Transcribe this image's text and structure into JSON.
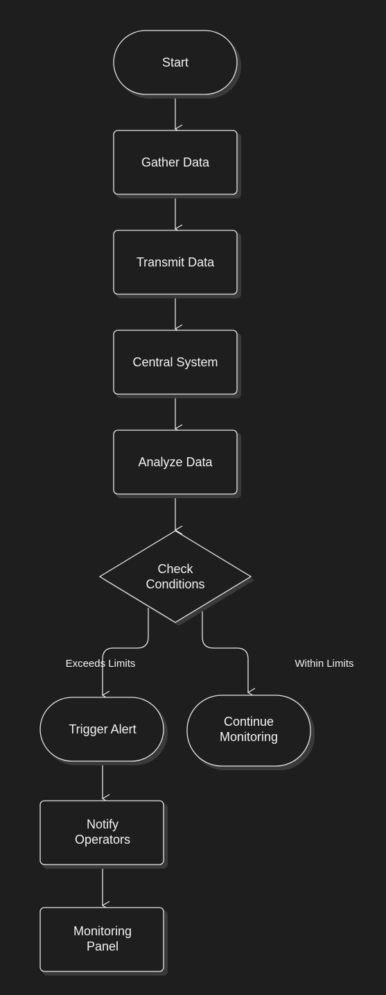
{
  "nodes": {
    "start": {
      "label": [
        "Start"
      ]
    },
    "gather": {
      "label": [
        "Gather Data"
      ]
    },
    "transmit": {
      "label": [
        "Transmit Data"
      ]
    },
    "central": {
      "label": [
        "Central System"
      ]
    },
    "analyze": {
      "label": [
        "Analyze Data"
      ]
    },
    "check": {
      "label": [
        "Check",
        "Conditions"
      ]
    },
    "alert": {
      "label": [
        "Trigger Alert"
      ]
    },
    "continue": {
      "label": [
        "Continue",
        "Monitoring"
      ]
    },
    "notify": {
      "label": [
        "Notify",
        "Operators"
      ]
    },
    "panel": {
      "label": [
        "Monitoring",
        "Panel"
      ]
    }
  },
  "edges": {
    "exceeds": {
      "label": "Exceeds Limits"
    },
    "within": {
      "label": "Within Limits"
    }
  },
  "colors": {
    "background": "#1e1e1e",
    "stroke": "#e8e8e8",
    "text": "#f2f2f2",
    "shadow": "#3a3a3a"
  }
}
